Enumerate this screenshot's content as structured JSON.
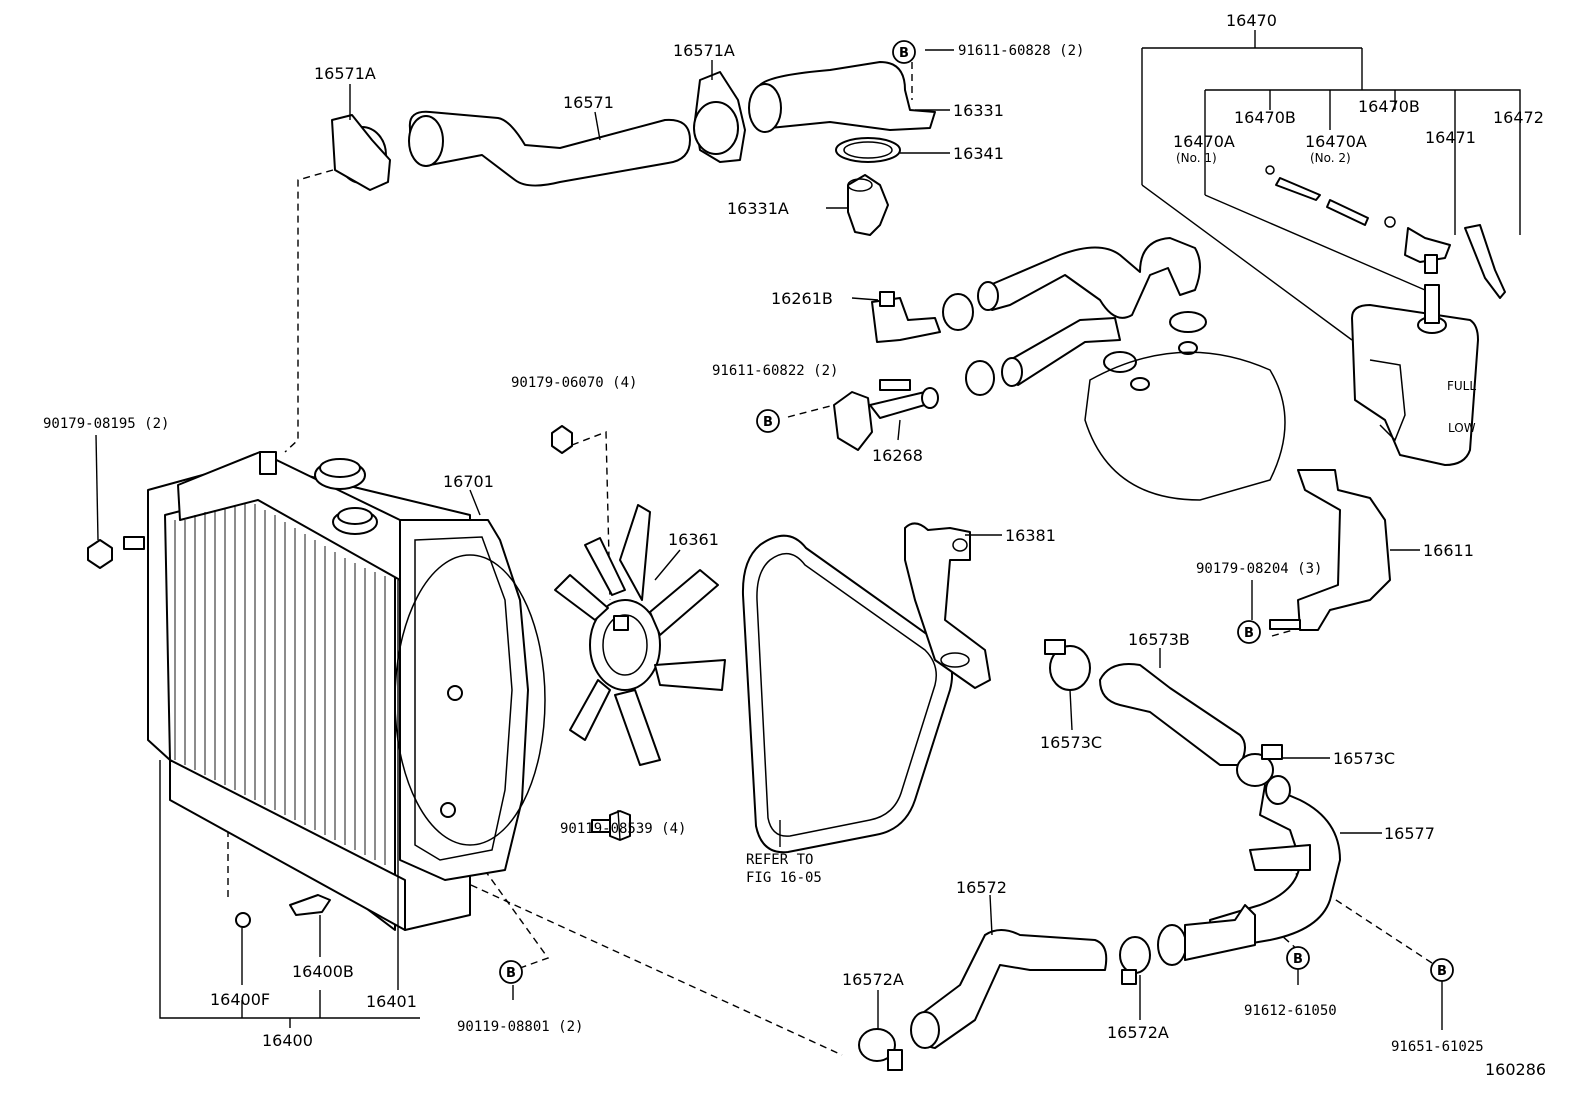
{
  "diagram": {
    "parts": {
      "p16571A_top": "16571A",
      "p16571": "16571",
      "p16571A_mid": "16571A",
      "p91611_60828": "91611-60828 (2)",
      "p16331": "16331",
      "p16341": "16341",
      "p16331A": "16331A",
      "p16470": "16470",
      "p16470B_a": "16470B",
      "p16470B_b": "16470B",
      "p16472": "16472",
      "p16470A_1": "16470A",
      "p16470A_1_note": "(No. 1)",
      "p16470A_2": "16470A",
      "p16470A_2_note": "(No. 2)",
      "p16471": "16471",
      "p16261B": "16261B",
      "p91611_60822": "91611-60822 (2)",
      "p16268": "16268",
      "p90179_06070": "90179-06070 (4)",
      "p90179_08195": "90179-08195 (2)",
      "p16701": "16701",
      "p16361": "16361",
      "p16381": "16381",
      "p16611": "16611",
      "p90179_08204": "90179-08204 (3)",
      "p16573B": "16573B",
      "p16573C_a": "16573C",
      "p16573C_b": "16573C",
      "p16577": "16577",
      "p90119_08539": "90119-08539 (4)",
      "refer_1": "REFER TO",
      "refer_2": "FIG 16-05",
      "p16572": "16572",
      "p16572A_a": "16572A",
      "p16572A_b": "16572A",
      "p16400B": "16400B",
      "p16400F": "16400F",
      "p16401": "16401",
      "p16400": "16400",
      "p90119_08801": "90119-08801 (2)",
      "p91612_61050": "91612-61050",
      "p91651_61025": "91651-61025",
      "figure_no": "160286"
    },
    "b_marker": "B",
    "reservoir_full": "FULL",
    "reservoir_low": "LOW"
  }
}
